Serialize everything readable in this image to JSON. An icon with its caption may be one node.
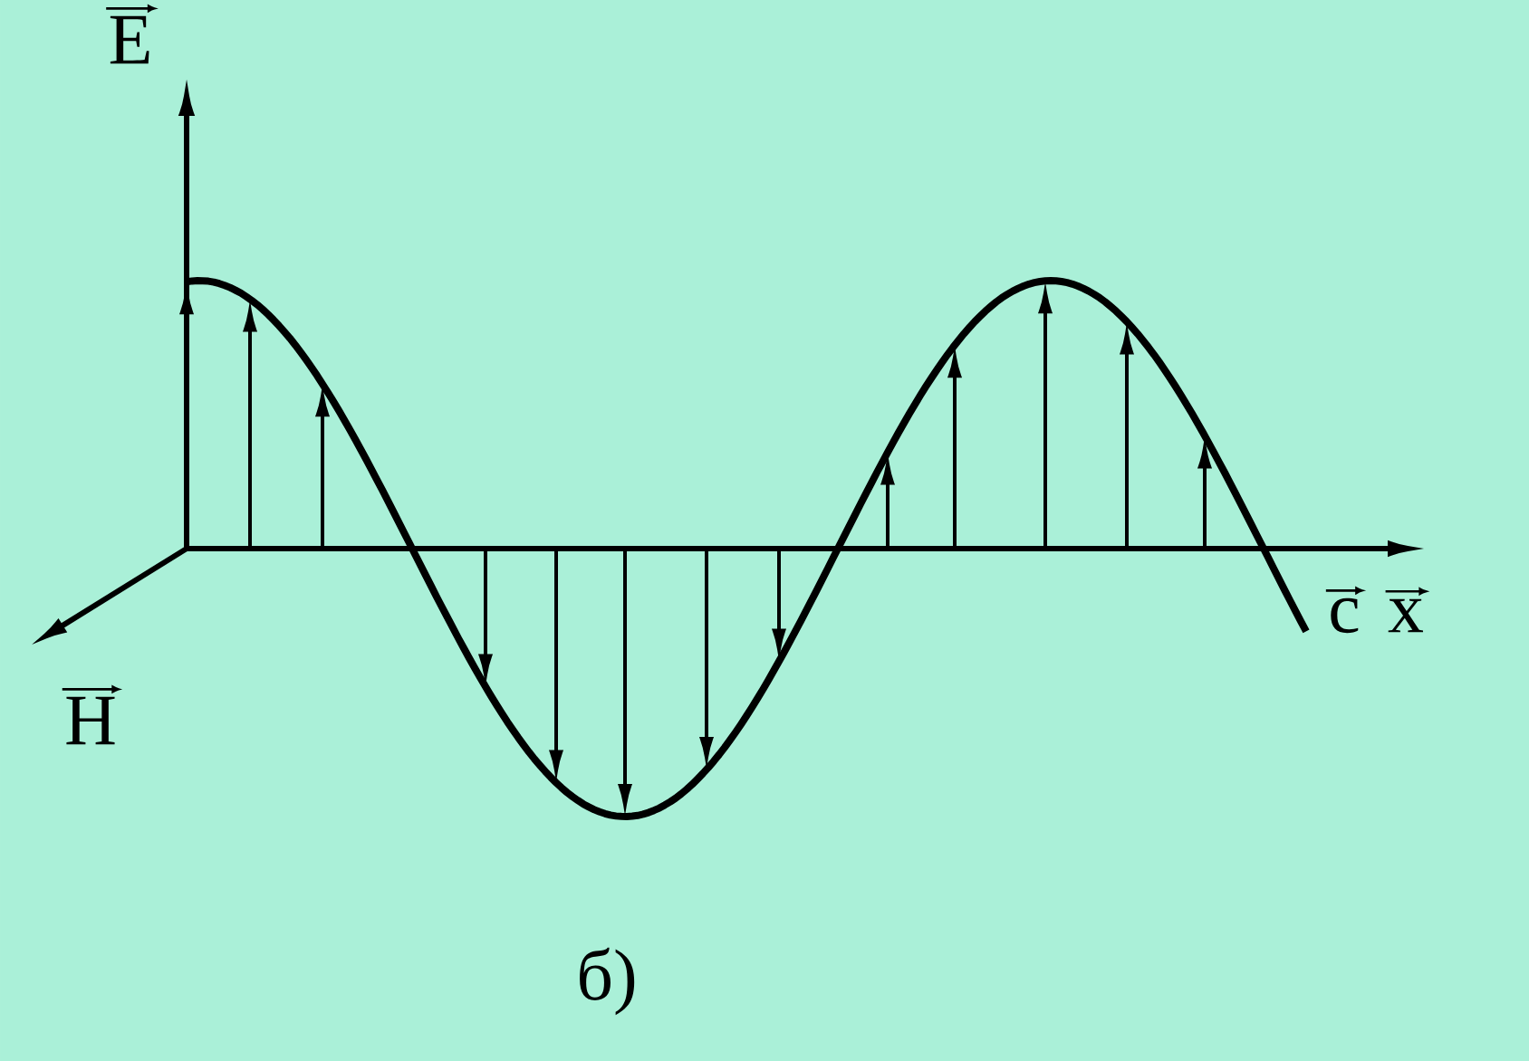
{
  "diagram": {
    "labels": [
      "E",
      "H",
      "c",
      "x",
      "б)"
    ]
  }
}
